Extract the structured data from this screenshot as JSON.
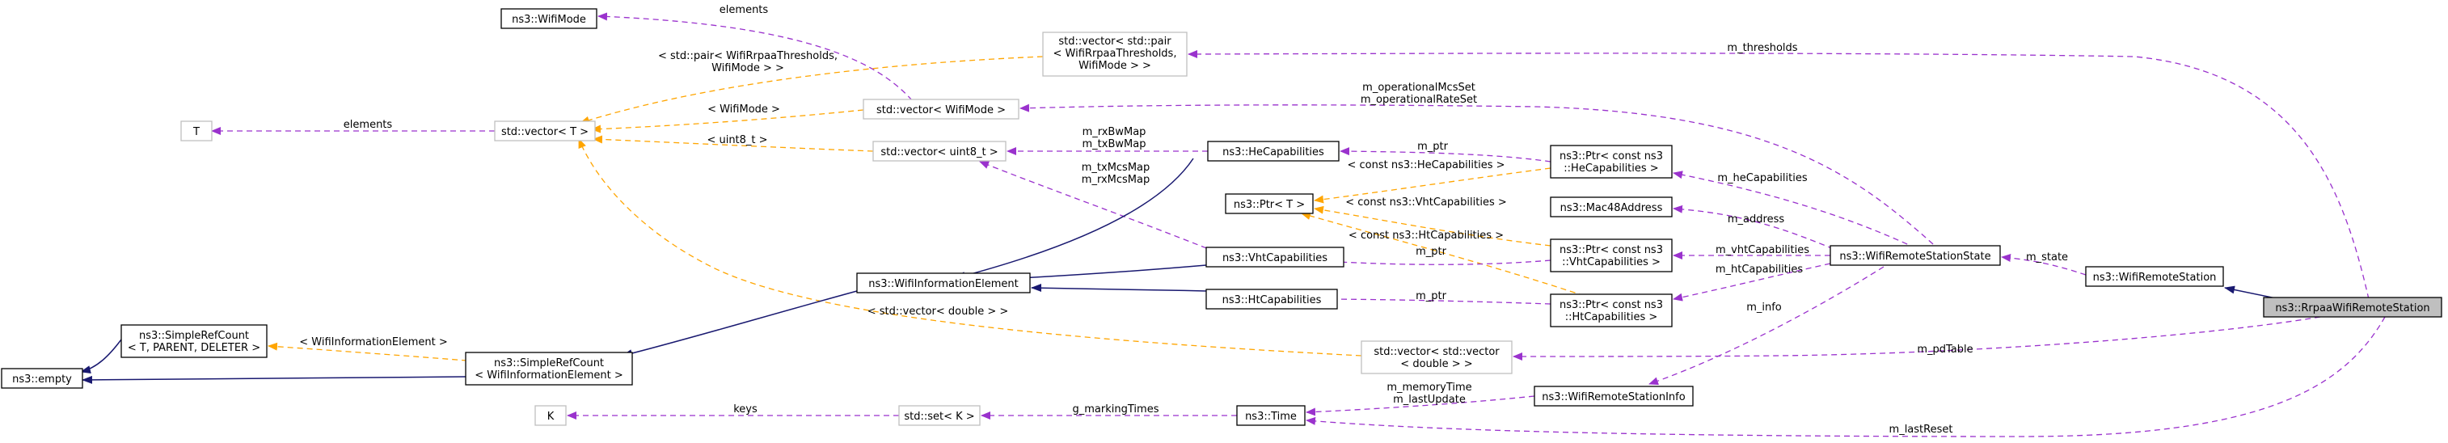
{
  "colors": {
    "inheritance": "#191970",
    "usage": "#9a32cd",
    "template_instance": "#ffa500",
    "focus_fill": "#bfbfbf",
    "node_border": "#000000",
    "gray_border": "#bfbfbf"
  },
  "nodes": {
    "wifimode": [
      "ns3::WifiMode"
    ],
    "pair": [
      "std::vector< std::pair",
      "< WifiRrpaaThresholds,",
      "WifiMode > >"
    ],
    "t": [
      "T"
    ],
    "vector_t": [
      "std::vector< T >"
    ],
    "vector_wifimode": [
      "std::vector< WifiMode >"
    ],
    "vector_uint8": [
      "std::vector< uint8_t >"
    ],
    "hecap": [
      "ns3::HeCapabilities"
    ],
    "ptr_t": [
      "ns3::Ptr< T >"
    ],
    "ptr_he": [
      "ns3::Ptr< const ns3",
      "::HeCapabilities >"
    ],
    "mac48": [
      "ns3::Mac48Address"
    ],
    "vhtcap": [
      "ns3::VhtCapabilities"
    ],
    "ptr_vht": [
      "ns3::Ptr< const ns3",
      "::VhtCapabilities >"
    ],
    "infoelem": [
      "ns3::WifiInformationElement"
    ],
    "htcap": [
      "ns3::HtCapabilities"
    ],
    "ptr_ht": [
      "ns3::Ptr< const ns3",
      "::HtCapabilities >"
    ],
    "state": [
      "ns3::WifiRemoteStationState"
    ],
    "remotestation": [
      "ns3::WifiRemoteStation"
    ],
    "rrpaa": [
      "ns3::RrpaaWifiRemoteStation"
    ],
    "refcount_t": [
      "ns3::SimpleRefCount",
      "< T, PARENT, DELETER >"
    ],
    "refcount_ie": [
      "ns3::SimpleRefCount",
      "< WifiInformationElement >"
    ],
    "empty": [
      "ns3::empty"
    ],
    "vector_vector": [
      "std::vector< std::vector",
      "< double > >"
    ],
    "stationinfo": [
      "ns3::WifiRemoteStationInfo"
    ],
    "k": [
      "K"
    ],
    "set_k": [
      "std::set< K >"
    ],
    "time": [
      "ns3::Time"
    ]
  },
  "edge_labels": {
    "elements_wifimode": [
      "elements"
    ],
    "m_thresholds": [
      "m_thresholds"
    ],
    "pair_inst": [
      "< std::pair< WifiRrpaaThresholds,",
      "WifiMode > >"
    ],
    "elements_t": [
      "elements"
    ],
    "wifimode_inst": [
      "< WifiMode >"
    ],
    "operational": [
      "m_operationalMcsSet",
      "m_operationalRateSet"
    ],
    "bwmap": [
      "m_rxBwMap",
      "m_txBwMap"
    ],
    "uint8_inst": [
      "< uint8_t >"
    ],
    "m_ptr_he": [
      "m_ptr"
    ],
    "mcsmap": [
      "m_txMcsMap",
      "m_rxMcsMap"
    ],
    "he_inst": [
      "< const ns3::HeCapabilities >"
    ],
    "m_hecapabilities": [
      "m_heCapabilities"
    ],
    "vht_inst": [
      "< const ns3::VhtCapabilities >"
    ],
    "m_address": [
      "m_address"
    ],
    "ht_inst": [
      "< const ns3::HtCapabilities >"
    ],
    "m_ptr_vht": [
      "m_ptr"
    ],
    "m_vhtcapabilities": [
      "m_vhtCapabilities"
    ],
    "m_state": [
      "m_state"
    ],
    "m_htcapabilities": [
      "m_htCapabilities"
    ],
    "m_ptr_ht": [
      "m_ptr"
    ],
    "m_info": [
      "m_info"
    ],
    "vector_double_inst": [
      "< std::vector< double > >"
    ],
    "ie_inst": [
      "< WifiInformationElement >"
    ],
    "m_pdtable": [
      "m_pdTable"
    ],
    "memorytime": [
      "m_memoryTime",
      "m_lastUpdate"
    ],
    "keys": [
      "keys"
    ],
    "g_markingtimes": [
      "g_markingTimes"
    ],
    "m_lastreset": [
      "m_lastReset"
    ]
  }
}
